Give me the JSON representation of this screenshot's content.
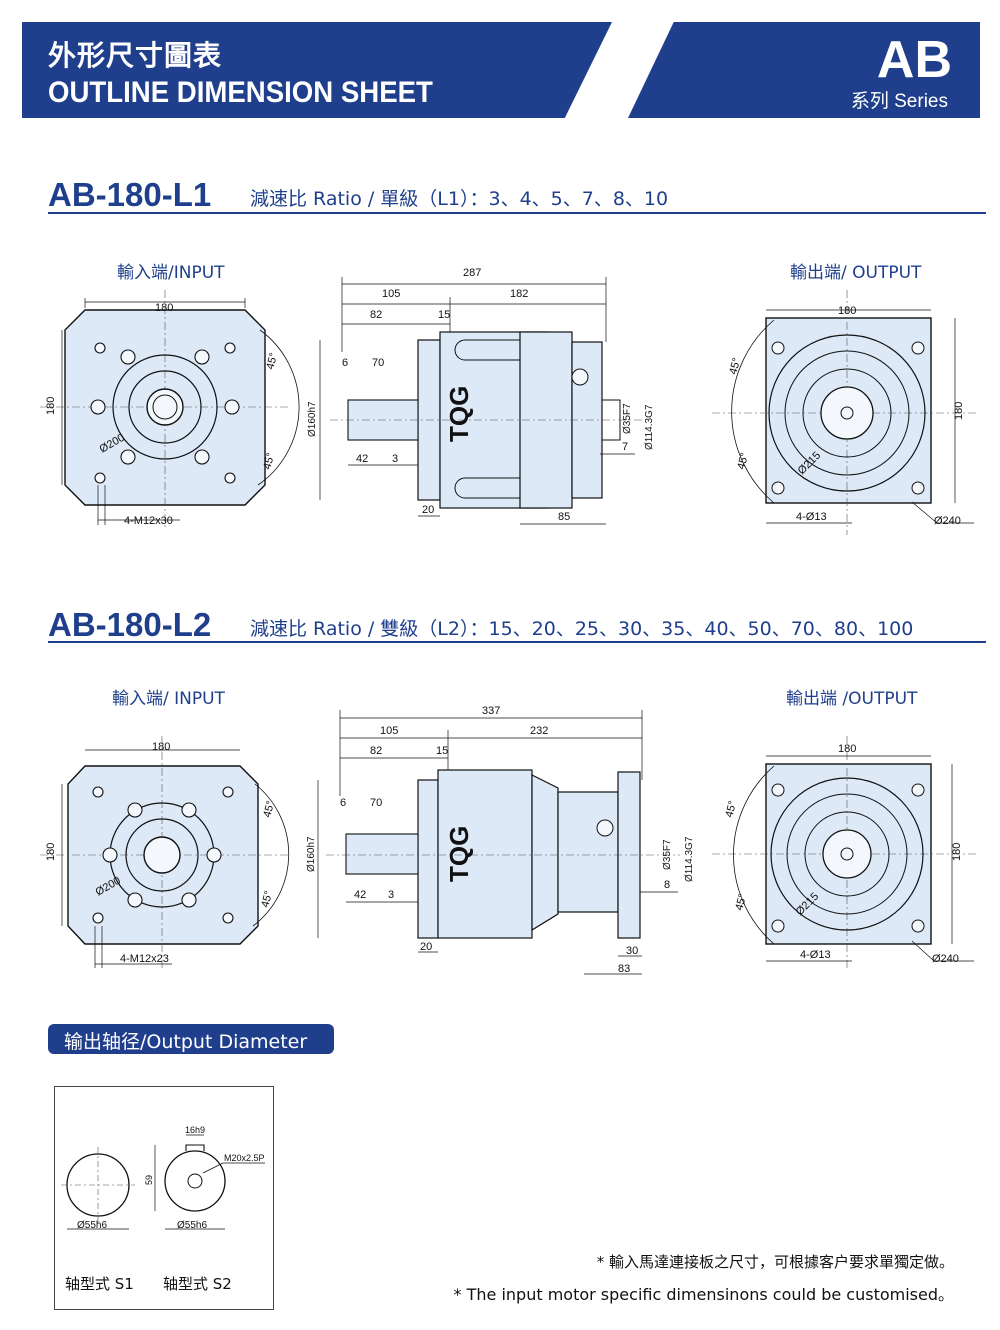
{
  "header": {
    "title_cn": "外形尺寸圖表",
    "title_en": "OUTLINE DIMENSION SHEET",
    "series_code": "AB",
    "series_label": "系列 Series"
  },
  "sections": [
    {
      "model": "AB-180-L1",
      "ratio_text": "減速比 Ratio / 單級（L1）：3、4、5、7、8、10",
      "input_label": "輸入端/INPUT",
      "output_label": "輸出端/ OUTPUT",
      "input_dims": {
        "width": "180",
        "height": "180",
        "bolt": "4-M12x30",
        "pcd": "Ø200",
        "angle1": "45°",
        "angle2": "45°"
      },
      "side_dims": {
        "total": "287",
        "d105": "105",
        "d182": "182",
        "d82": "82",
        "d15": "15",
        "d6": "6",
        "d70": "70",
        "d42": "42",
        "d3": "3",
        "d20": "20",
        "d85": "85",
        "d7": "7",
        "dia160": "Ø160h7",
        "dia35": "Ø35F7",
        "dia114": "Ø114.3G7",
        "logo": "TQG"
      },
      "output_dims": {
        "width": "180",
        "height": "180",
        "holes": "4-Ø13",
        "pcd": "Ø215",
        "od": "Ø240",
        "angle1": "45°",
        "angle2": "45°"
      }
    },
    {
      "model": "AB-180-L2",
      "ratio_text": "減速比 Ratio / 雙級（L2）：15、20、25、30、35、40、50、70、80、100",
      "input_label": "輸入端/ INPUT",
      "output_label": "輸出端 /OUTPUT",
      "input_dims": {
        "width": "180",
        "height": "180",
        "bolt": "4-M12x23",
        "pcd": "Ø200",
        "angle1": "45°",
        "angle2": "45°"
      },
      "side_dims": {
        "total": "337",
        "d105": "105",
        "d232": "232",
        "d82": "82",
        "d15": "15",
        "d6": "6",
        "d70": "70",
        "d42": "42",
        "d3": "3",
        "d20": "20",
        "d30": "30",
        "d83": "83",
        "d8": "8",
        "dia160": "Ø160h7",
        "dia35": "Ø35F7",
        "dia114": "Ø114.3G7",
        "logo": "TQG"
      },
      "output_dims": {
        "width": "180",
        "height": "180",
        "holes": "4-Ø13",
        "pcd": "Ø215",
        "od": "Ø240",
        "angle1": "45°",
        "angle2": "45°"
      }
    }
  ],
  "output_diameter": {
    "title": "输出轴径/Output Diameter",
    "s1_dia": "Ø55h6",
    "s2_dia": "Ø55h6",
    "s2_key": "16h9",
    "s2_depth": "59",
    "s2_thread": "M20x2.5P",
    "s1_caption": "轴型式 S1",
    "s2_caption": "轴型式 S2"
  },
  "notes": {
    "cn": "* 輸入馬達連接板之尺寸，可根據客户要求單獨定做。",
    "en": "* The input motor specific dimensinons could be customised。"
  },
  "colors": {
    "brand": "#1f3f8c",
    "part_fill": "#dde9f7",
    "line": "#111111"
  }
}
